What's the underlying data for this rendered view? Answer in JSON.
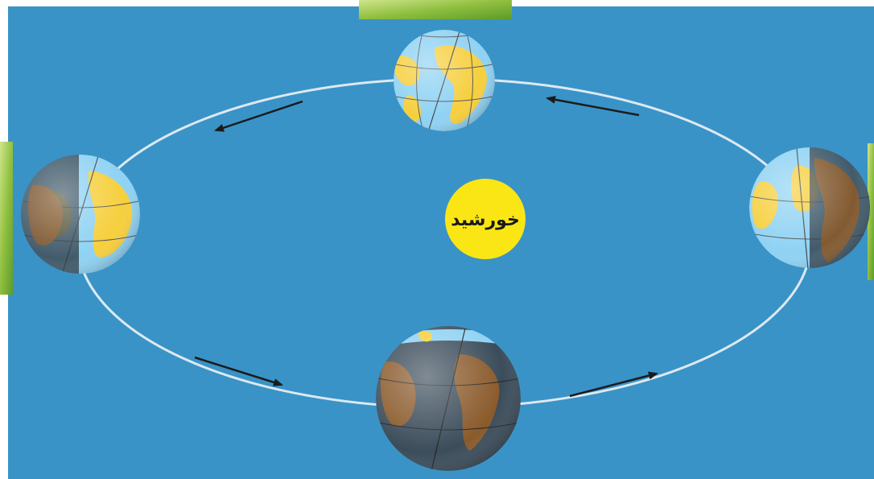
{
  "diagram": {
    "sun_label": "خورشید",
    "colors": {
      "background": "#3a93c6",
      "orbit": "#dce9f2",
      "sun": "#fbe615",
      "ocean_lit": "#8fd2f3",
      "land_lit": "#f6cf3d",
      "land_dark": "#8a5a2b",
      "ocean_dark": "#3b4c5a",
      "arrow": "#1b1b1b",
      "grass": "#8fbf3f"
    },
    "earth_positions": [
      "top",
      "left",
      "right",
      "bottom"
    ],
    "arrow_count": 4
  }
}
